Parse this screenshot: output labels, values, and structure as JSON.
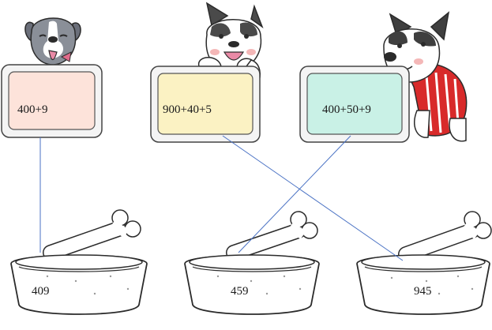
{
  "cards": [
    {
      "expression": "400+9",
      "color": "#fde3da",
      "dog": "pitbull-dog-illustration"
    },
    {
      "expression": "900+40+5",
      "color": "#fbf2c3",
      "dog": "bulldog-illustration"
    },
    {
      "expression": "400+50+9",
      "color": "#c9f1e6",
      "dog": "bulldog-sweater-illustration"
    }
  ],
  "bowls": [
    {
      "value": "409"
    },
    {
      "value": "459"
    },
    {
      "value": "945"
    }
  ],
  "connections": [
    {
      "from_card": 0,
      "to_bowl": 0
    },
    {
      "from_card": 1,
      "to_bowl": 2
    },
    {
      "from_card": 2,
      "to_bowl": 1
    }
  ],
  "colors": {
    "line": "#4a72c4",
    "outline": "#2b2b2b",
    "card_frame": "#e7e7e7"
  }
}
